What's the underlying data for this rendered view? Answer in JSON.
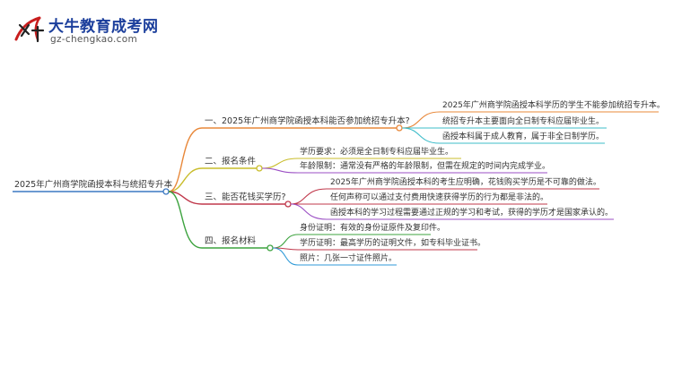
{
  "brand": {
    "name": "大牛教育成考网",
    "url": "gz-chengkao.com",
    "logo_text": "大牛"
  },
  "colors": {
    "branch1": "#e8883a",
    "branch2": "#c9bd2c",
    "branch3": "#c0384b",
    "branch4": "#3da33f",
    "root": "#3b78c2",
    "leaf1": "#3cbcc9",
    "leaf2": "#9b4fc4",
    "leaf3": "#2f9ad8"
  },
  "mindmap": {
    "root": "2025年广州商学院函授本科与统招专升本",
    "branches": [
      {
        "label": "一、2025年广州商学院函授本科能否参加统招专升本?",
        "children": [
          {
            "text": "2025年广州商学院函授本科学历的学生不能参加统招专升本。"
          },
          {
            "text": "统招专升本主要面向全日制专科应届毕业生。"
          },
          {
            "text": "函授本科属于成人教育，属于非全日制学历。"
          }
        ]
      },
      {
        "label": "二、报名条件",
        "children": [
          {
            "key": "学历要求",
            "text": "：必须是全日制专科应届毕业生。"
          },
          {
            "key": "年龄限制",
            "text": "：通常没有严格的年龄限制，但需在规定的时间内完成学业。"
          }
        ]
      },
      {
        "label": "三、能否花钱买学历?",
        "children": [
          {
            "text": "2025年广州商学院函授本科的考生应明确，花钱购买学历是不可靠的做法。"
          },
          {
            "text": "任何声称可以通过支付费用快速获得学历的行为都是非法的。"
          },
          {
            "text": "函授本科的学习过程需要通过正规的学习和考试，获得的学历才是国家承认的。"
          }
        ]
      },
      {
        "label": "四、报名材料",
        "children": [
          {
            "key": "身份证明",
            "text": "：有效的身份证原件及复印件。"
          },
          {
            "key": "学历证明",
            "text": "：最高学历的证明文件，如专科毕业证书。"
          },
          {
            "key": "照片",
            "text": "：几张一寸证件照片。"
          }
        ]
      }
    ]
  }
}
